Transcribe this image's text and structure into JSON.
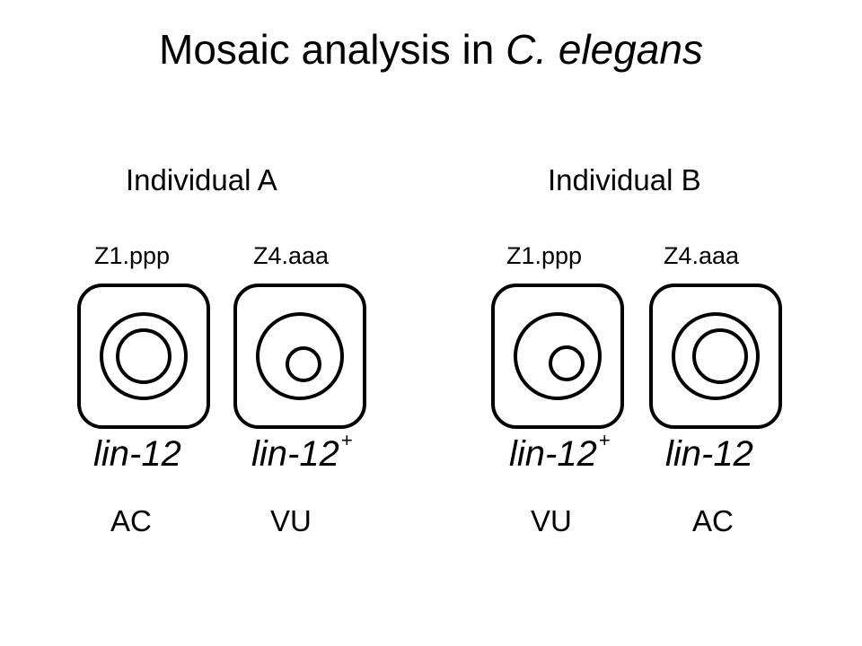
{
  "title": {
    "text": "Mosaic analysis in",
    "species": "C. elegans"
  },
  "individuals": [
    {
      "label": "Individual A",
      "cells": [
        {
          "name": "Z1.ppp",
          "gene": "lin-12",
          "superscript": "",
          "fate": "AC",
          "nucleus": "large"
        },
        {
          "name": "Z4.aaa",
          "gene": "lin-12",
          "superscript": "+",
          "fate": "VU",
          "nucleus": "small"
        }
      ]
    },
    {
      "label": "Individual B",
      "cells": [
        {
          "name": "Z1.ppp",
          "gene": "lin-12",
          "superscript": "+",
          "fate": "VU",
          "nucleus": "small"
        },
        {
          "name": "Z4.aaa",
          "gene": "lin-12",
          "superscript": "",
          "fate": "AC",
          "nucleus": "large"
        }
      ]
    }
  ]
}
